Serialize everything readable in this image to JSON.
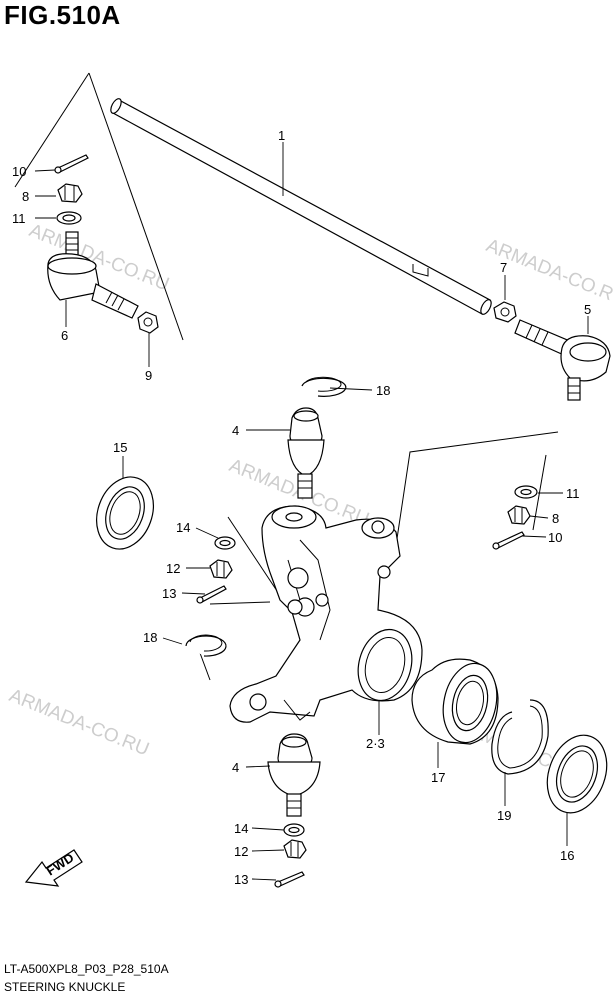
{
  "figure": {
    "title": "FIG.510A",
    "code": "LT-A500XPL8_P03_P28_510A",
    "name": "STEERING KNUCKLE"
  },
  "watermark": "ARMADA-CO.RU",
  "fwd_label": "FWD",
  "callouts": [
    "1",
    "2·3",
    "4",
    "4",
    "5",
    "6",
    "7",
    "8",
    "8",
    "9",
    "10",
    "10",
    "11",
    "11",
    "12",
    "12",
    "13",
    "13",
    "14",
    "14",
    "15",
    "16",
    "17",
    "18",
    "18",
    "19"
  ]
}
